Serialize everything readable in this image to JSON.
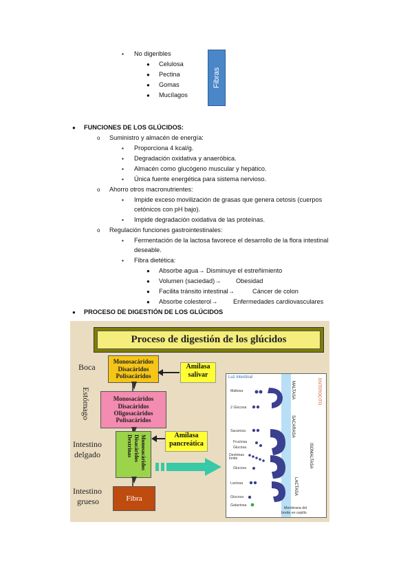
{
  "fibras": {
    "title": "No digeribles",
    "items": [
      "Celulosa",
      "Pectina",
      "Gomas",
      "Mucílagos"
    ],
    "box_label": "Fibras"
  },
  "funciones": {
    "title": "FUNCIONES DE LOS GLÚCIDOS:",
    "sections": [
      {
        "heading": "Suministro y almacén de energía:",
        "items": [
          "Proporciona 4 kcal/g.",
          "Degradación oxidativa y anaeróbica.",
          "Almacén como glucógeno muscular y hepático.",
          "Única fuente energética para sistema nervioso."
        ]
      },
      {
        "heading": "Ahorro otros macronutrientes:",
        "items": [
          "Impide exceso movilización de grasas que genera cetosis (cuerpos",
          "cetónicos con pH bajo).",
          "Impide degradación oxidativa de las proteínas."
        ]
      },
      {
        "heading": "Regulación funciones gastrointestinales:",
        "items": [
          "Fermentación de la lactosa favorece el desarrollo de la flora intestinal",
          "deseable.",
          "Fibra dietética:"
        ]
      }
    ],
    "fibra_items": [
      {
        "a": "Absorbe agua→ Disminuye el estreñimiento",
        "b": ""
      },
      {
        "a": "Volumen (saciedad)→",
        "b": "Obesidad"
      },
      {
        "a": "Facilita tránsito intestinal→",
        "b": "Cáncer de colon"
      },
      {
        "a": "Absorbe colesterol→",
        "b": "Enfermedades cardiovasculares"
      }
    ]
  },
  "proceso": {
    "title": "PROCESO DE DIGESTIÓN DE LOS GLÚCIDOS",
    "diagram": {
      "title": "Proceso de digestión de los glúcidos",
      "organs": [
        "Boca",
        "Estómago",
        "Intestino",
        "delgado",
        "Intestino",
        "grueso"
      ],
      "box_boca": [
        "Monosacáridos",
        "Disacáridos",
        "Polisacáridos"
      ],
      "box_estomago": [
        "Monosacáridos",
        "Disacáridos",
        "Oligosacáridos",
        "Polisacáridos"
      ],
      "box_intestino": [
        "Monosacáridos",
        "Disacáridos",
        "Dextrinas"
      ],
      "box_fibra": "Fibra",
      "amilasa_salivar": [
        "Amilasa",
        "salivar"
      ],
      "amilasa_pancreatica": [
        "Amilasa",
        "pancreática"
      ],
      "inset": {
        "luz": "Luz intestinal",
        "enterocito": "ENTEROCITO",
        "labels": [
          "Maltosa",
          "2 Glucosa",
          "Sacarosa",
          "Fructosa",
          "Glucosa",
          "Dextrinas límite",
          "Glucosa",
          "Lactosa",
          "Glucosa",
          "Galactosa"
        ],
        "enzymes": [
          "MALTASA",
          "SACARASA",
          "ISOMALTASA",
          "LACTASA"
        ],
        "membrana": [
          "Membrana del",
          "borde en  cepillo"
        ]
      }
    }
  }
}
